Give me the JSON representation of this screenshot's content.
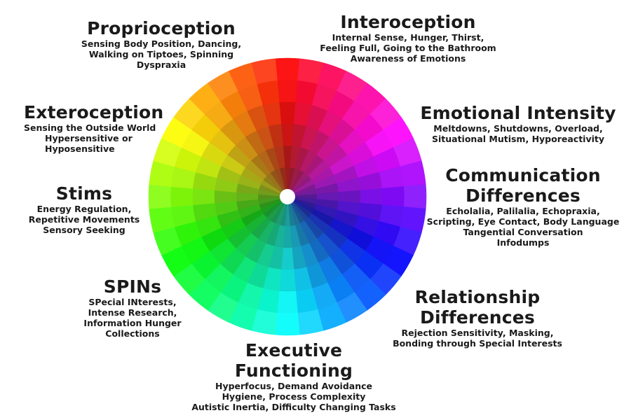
{
  "wheel": {
    "rings": 6,
    "segments": 36
  },
  "categories": [
    {
      "id": "proprioception",
      "title_lines": [
        "Proprioception"
      ],
      "lines": [
        "Sensing Body Position, Dancing,",
        "Walking on Tiptoes, Spinning",
        "Dyspraxia"
      ]
    },
    {
      "id": "interoception",
      "title_lines": [
        "Interoception"
      ],
      "lines": [
        "Internal Sense, Hunger, Thirst,",
        "Feeling Full, Going to the Bathroom",
        "Awareness of Emotions"
      ]
    },
    {
      "id": "exteroception",
      "title_lines": [
        "Exteroception"
      ],
      "lines": [
        "Sensing the Outside World",
        "Hypersensitive or",
        "Hyposensitive"
      ]
    },
    {
      "id": "emotional-intensity",
      "title_lines": [
        "Emotional Intensity"
      ],
      "lines": [
        "Meltdowns, Shutdowns, Overload,",
        "Situational Mutism, Hyporeactivity"
      ]
    },
    {
      "id": "communication-differences",
      "title_lines": [
        "Communication",
        "Differences"
      ],
      "lines": [
        "Echolalia, Palilalia, Echopraxia,",
        "Scripting, Eye Contact, Body Language",
        "Tangential Conversation",
        "Infodumps"
      ]
    },
    {
      "id": "stims",
      "title_lines": [
        "Stims"
      ],
      "lines": [
        "Energy Regulation,",
        "Repetitive Movements",
        "Sensory Seeking"
      ]
    },
    {
      "id": "spins",
      "title_lines": [
        "SPINs"
      ],
      "lines": [
        "SPecial INterests,",
        "Intense Research,",
        "Information Hunger",
        "Collections"
      ]
    },
    {
      "id": "relationship-differences",
      "title_lines": [
        "Relationship",
        "Differences"
      ],
      "lines": [
        "Rejection Sensitivity, Masking,",
        "Bonding through Special Interests"
      ]
    },
    {
      "id": "executive-functioning",
      "title_lines": [
        "Executive",
        "Functioning"
      ],
      "lines": [
        "Hyperfocus, Demand Avoidance",
        "Hygiene, Process Complexity",
        "Autistic Inertia, Difficulty Changing Tasks"
      ]
    }
  ]
}
